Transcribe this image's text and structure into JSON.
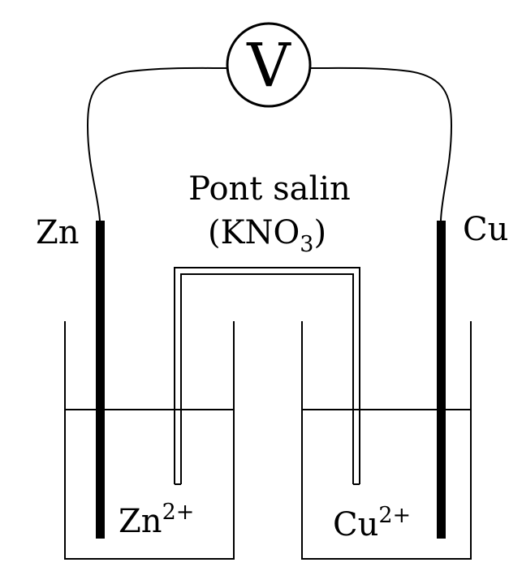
{
  "voltmeter": {
    "symbol": "V"
  },
  "left_electrode": {
    "label": "Zn",
    "ion_base": "Zn",
    "ion_charge": "2+"
  },
  "right_electrode": {
    "label": "Cu",
    "ion_base": "Cu",
    "ion_charge": "2+"
  },
  "salt_bridge": {
    "title": "Pont salin",
    "formula_open": "(KNO",
    "formula_sub": "3",
    "formula_close": ")"
  },
  "colors": {
    "line": "#000000",
    "background": "#ffffff"
  }
}
